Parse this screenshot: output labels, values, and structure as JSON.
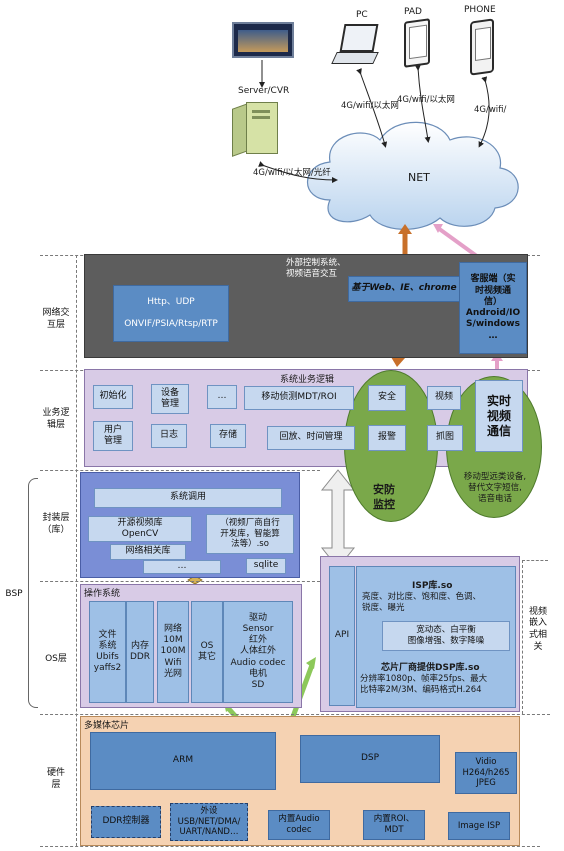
{
  "devices": {
    "pc": "PC",
    "pad": "PAD",
    "phone": "PHONE",
    "server": "Server/CVR"
  },
  "links": {
    "pc": "4G/wifi/以太网",
    "pad": "4G/wifi/以太网",
    "phone": "4G/wifi/",
    "server": "4G/wifi/以太网/光纤"
  },
  "cloud": "NET",
  "layers": {
    "network": "网络交\n互层",
    "business": "业务逻\n辑层",
    "package": "封装层\n（库）",
    "bsp": "BSP",
    "os": "OS层",
    "hardware": "硬件\n层",
    "video_embedded": "视频\n嵌入\n式相\n关"
  },
  "network_layer": {
    "external": "外部控制系统、\n视频语音交互",
    "protocols": "Http、UDP\n\nONVIF/PSIA/Rtsp/RTP",
    "web": "基于Web、IE、chrome",
    "client": "客服端（实\n时视频通\n信）\nAndroid/IO\nS/windows\n…"
  },
  "business_layer": {
    "title": "系统业务逻辑",
    "init": "初始化",
    "device_mgmt": "设备\n管理",
    "ellipsis": "…",
    "motion": "移动侦测MDT/ROI",
    "security": "安全",
    "video": "视频",
    "user_mgmt": "用户\n管理",
    "log": "日志",
    "storage": "存储",
    "playback": "回放、时间管理",
    "alarm": "报警",
    "capture": "抓图",
    "realtime": "实时\n视频\n通信",
    "security_monitor": "安防\n监控",
    "mobile": "移动型远类设备,\n替代文字短信,\n语音电话"
  },
  "package_layer": {
    "syscall": "系统调用",
    "opencv": "开源视频库\nOpenCV",
    "vendor_lib": "（视频厂商自行\n开发库，智能算\n法等）.so",
    "network_lib": "网络相关库",
    "ellipsis": "…",
    "sqlite": "sqlite"
  },
  "os_layer": {
    "title": "操作系统",
    "fs": "文件\n系统\nUbifs\nyaffs2",
    "mem": "内存\nDDR",
    "net": "网络\n10M\n100M\nWifi\n光网",
    "os_other": "OS\n其它",
    "drivers": "驱动\nSensor\n红外\n人体红外\nAudio codec\n电机\nSD"
  },
  "isp": {
    "api": "API",
    "isp_title": "ISP库.so",
    "isp_desc": "亮度、对比度、饱和度、色调、\n锐度、曝光",
    "wdr": "宽动态、白平衡\n图像增强、数字降噪",
    "dsp_title": "芯片厂商提供DSP库.so",
    "dsp_desc": "分辨率1080p、帧率25fps、最大\n比特率2M/3M、编码格式H.264"
  },
  "hardware": {
    "title": "多媒体芯片",
    "arm": "ARM",
    "dsp": "DSP",
    "vidio": "Vidio\nH264/h265\nJPEG",
    "ddr": "DDR控制器",
    "peripheral": "外设\nUSB/NET/DMA/\nUART/NAND…",
    "audio": "内置Audio\ncodec",
    "roi": "内置ROI、\nMDT",
    "isp": "Image ISP"
  }
}
